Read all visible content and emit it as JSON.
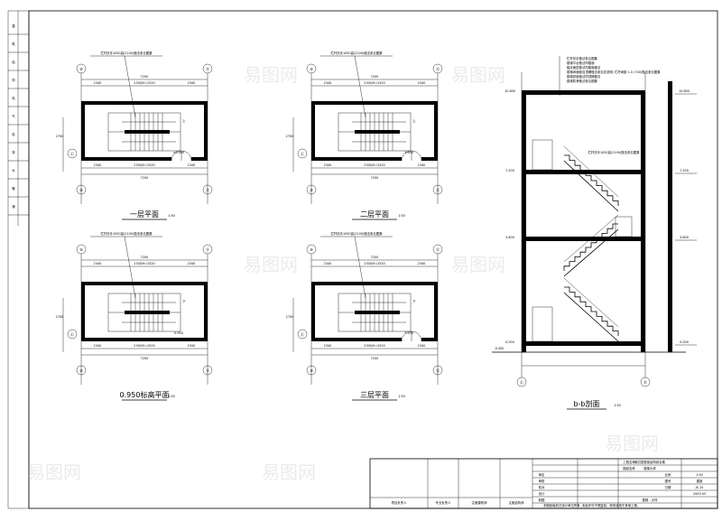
{
  "drawing": {
    "plans": [
      {
        "id": "plan1",
        "title": "一层平面",
        "scale": "1:50",
        "note": "栏杆扶手1050高(2100)做法参见图集",
        "total": "7200",
        "depth": "2700",
        "top_dims": [
          "2340",
          "2300/9=2520",
          "2340"
        ],
        "bottom_dims": [
          "2340",
          "2300/9=2520",
          "2340"
        ],
        "axes_top": [
          "⑩",
          "⑪"
        ],
        "axes_bottom": [
          "⑩",
          "⑪"
        ],
        "axis_left": "Ⓒ",
        "level": "±0.000",
        "updown": "上"
      },
      {
        "id": "plan2",
        "title": "二层平面",
        "scale": "1:50",
        "note": "栏杆扶手1050高(2100)做法参见图集",
        "total": "7200",
        "depth": "2700",
        "top_dims": [
          "2340",
          "2300/9=2520",
          "2340"
        ],
        "bottom_dims": [
          "2340",
          "2300/9=2520",
          "2340"
        ],
        "axes_top": [
          "⑩",
          "⑪"
        ],
        "axes_bottom": [
          "⑩",
          "⑪"
        ],
        "axis_left": "Ⓒ",
        "level": "3.600",
        "updown": "上"
      },
      {
        "id": "plan3",
        "title": "0.950标高平面",
        "scale": "1:50",
        "note": "栏杆扶手1050高(2100)做法参见图集",
        "total": "7200",
        "depth": "2700",
        "top_dims": [
          "2340",
          "2300/9=2520",
          "2340"
        ],
        "bottom_dims": [
          "2340",
          "2300/9=2520",
          "2340"
        ],
        "axes_top": [
          "⑩",
          "⑪"
        ],
        "axes_bottom": [
          "⑩",
          "⑪"
        ],
        "axis_left": "Ⓒ",
        "level": "0.950",
        "updown": "下"
      },
      {
        "id": "plan4",
        "title": "三层平面",
        "scale": "1:50",
        "note": "栏杆扶手1050高(2100)做法参见图集",
        "total": "7200",
        "depth": "2700",
        "top_dims": [
          "2340",
          "2300/9=2520",
          "2340"
        ],
        "bottom_dims": [
          "2340",
          "2300/9=2520",
          "2340"
        ],
        "axes_top": [
          "⑩",
          "⑪"
        ],
        "axes_bottom": [
          "⑩",
          "⑪"
        ],
        "axis_left": "Ⓒ",
        "level": "7.200",
        "updown": "下"
      }
    ],
    "section": {
      "title": "b-b剖面",
      "scale": "1:50",
      "notes": [
        "栏杆扶手做法参见图集",
        "楼梯平台做法同楼面",
        "踏步面层做法同楼面做法",
        "楼梯间墙面及顶棚做法参见总说明, 栏杆间距 1.0 (700)做法参见图集",
        "楼梯底面做法同顶棚做法",
        "楼梯防滑做法参见图集"
      ],
      "rail_note": "栏杆扶手1050高(2100)做法参见图集",
      "levels": [
        "10.800",
        "7.200",
        "3.600",
        "0.000",
        "-0.450"
      ],
      "axes": [
        "Ⓒ",
        "Ⓓ"
      ]
    },
    "left_strip": [
      "建",
      "筑",
      "结",
      "构",
      "电",
      "气",
      "给",
      "排",
      "水",
      "暖",
      "通"
    ],
    "title_block": {
      "project": "某四层框架结构综合楼",
      "drawing": "楼梯大样",
      "sheet_name": "楼梯 - 大样",
      "labels": [
        "工程名称",
        "图纸名称",
        "审定",
        "审核",
        "校对",
        "设计",
        "制图",
        "比例",
        "图号",
        "日期"
      ],
      "values": [
        "1:50",
        "建施",
        "JS-15",
        "2009.03"
      ],
      "sign_cells": [
        "项目负责人",
        "专业负责人",
        "注册建筑师",
        "注册结构师"
      ],
      "footer": "本图纸版权归设计单位所有, 未经许可不得复制、修改或用于其他工程。"
    },
    "watermark": "易图网"
  }
}
